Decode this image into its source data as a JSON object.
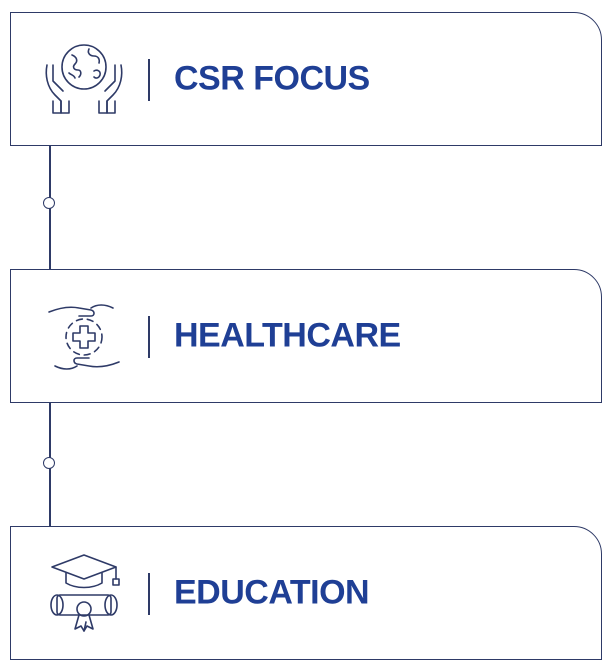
{
  "items": [
    {
      "label": "CSR FOCUS",
      "icon": "hands-globe-icon"
    },
    {
      "label": "HEALTHCARE",
      "icon": "hands-medical-cross-icon"
    },
    {
      "label": "EDUCATION",
      "icon": "graduation-cap-diploma-icon"
    }
  ],
  "colors": {
    "accent": "#1f3f95",
    "stroke": "#2e3a67"
  }
}
